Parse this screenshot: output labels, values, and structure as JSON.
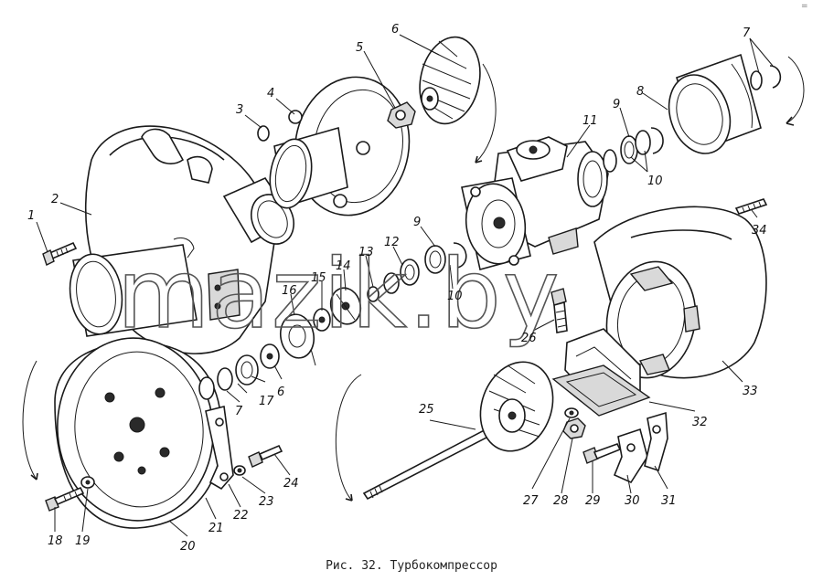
{
  "caption": "Рис. 32. Турбокомпрессор",
  "watermark": "mazik.by",
  "corner_mark": "=",
  "labels": [
    {
      "id": "1",
      "text": "1"
    },
    {
      "id": "2",
      "text": "2"
    },
    {
      "id": "3",
      "text": "3"
    },
    {
      "id": "4",
      "text": "4"
    },
    {
      "id": "5",
      "text": "5"
    },
    {
      "id": "6a",
      "text": "6"
    },
    {
      "id": "6b",
      "text": "6"
    },
    {
      "id": "7a",
      "text": "7"
    },
    {
      "id": "7b",
      "text": "7"
    },
    {
      "id": "8",
      "text": "8"
    },
    {
      "id": "9a",
      "text": "9"
    },
    {
      "id": "9b",
      "text": "9"
    },
    {
      "id": "10a",
      "text": "10"
    },
    {
      "id": "10b",
      "text": "10"
    },
    {
      "id": "11",
      "text": "11"
    },
    {
      "id": "12",
      "text": "12"
    },
    {
      "id": "13",
      "text": "13"
    },
    {
      "id": "14",
      "text": "14"
    },
    {
      "id": "15",
      "text": "15"
    },
    {
      "id": "16",
      "text": "16"
    },
    {
      "id": "17",
      "text": "17"
    },
    {
      "id": "18",
      "text": "18"
    },
    {
      "id": "19",
      "text": "19"
    },
    {
      "id": "20",
      "text": "20"
    },
    {
      "id": "21",
      "text": "21"
    },
    {
      "id": "22",
      "text": "22"
    },
    {
      "id": "23",
      "text": "23"
    },
    {
      "id": "24",
      "text": "24"
    },
    {
      "id": "25",
      "text": "25"
    },
    {
      "id": "26",
      "text": "26"
    },
    {
      "id": "27",
      "text": "27"
    },
    {
      "id": "28",
      "text": "28"
    },
    {
      "id": "29",
      "text": "29"
    },
    {
      "id": "30",
      "text": "30"
    },
    {
      "id": "31",
      "text": "31"
    },
    {
      "id": "32",
      "text": "32"
    },
    {
      "id": "33",
      "text": "33"
    },
    {
      "id": "34",
      "text": "34"
    }
  ]
}
